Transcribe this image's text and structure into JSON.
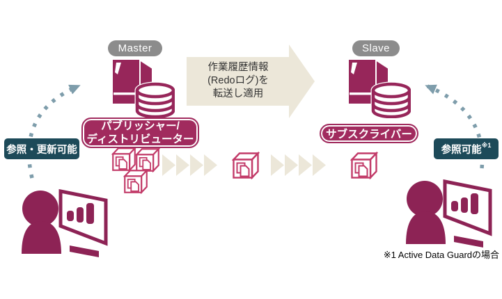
{
  "diagram": {
    "master": {
      "tag": "Master",
      "role_label_line1": "パブリッシャー/",
      "role_label_line2": "ディストリビューター",
      "access_label": "参照・更新可能"
    },
    "slave": {
      "tag": "Slave",
      "role_label": "サブスクライバー",
      "access_label": "参照可能",
      "access_note_marker": "※1"
    },
    "transfer_arrow": {
      "line1": "作業履歴情報",
      "line2": "(Redoログ)を",
      "line3": "転送し適用"
    },
    "footnote": "※1 Active Data Guardの場合",
    "colors": {
      "server_maroon": "#97265a",
      "person_maroon": "#8d2355",
      "cube_crimson": "#c23a68",
      "badge_red": "#a12b5e",
      "badge_teal": "#1d4a59",
      "badge_gray": "#8c8c8c",
      "beige_arrow": "#ece7d9",
      "dashed_arc_blue": "#7e9dab"
    }
  }
}
